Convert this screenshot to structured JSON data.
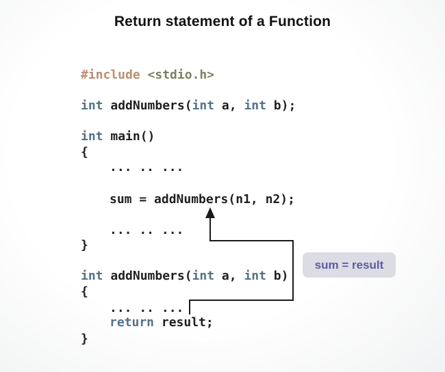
{
  "title": "Return statement of a Function",
  "colors": {
    "keyword": "#53728a",
    "preprocessor": "#bf8d6d",
    "string": "#7a815c",
    "code_text": "#1f1f1f",
    "arrow": "#1a1a1a",
    "label_bg": "#dcdce4",
    "label_text": "#5c5ca0",
    "background": "#f1f2f3"
  },
  "code": {
    "lines": [
      {
        "segments": [
          {
            "t": "#include "
          },
          {
            "t": "<stdio.h>"
          }
        ]
      },
      {
        "segments": [
          {
            "t": "int "
          },
          {
            "t": "addNumbers("
          },
          {
            "t": "int"
          },
          {
            "t": " a, "
          },
          {
            "t": "int"
          },
          {
            "t": " b);"
          }
        ]
      },
      {
        "segments": [
          {
            "t": "int "
          },
          {
            "t": "main()"
          }
        ]
      },
      {
        "segments": [
          {
            "t": "{"
          }
        ]
      },
      {
        "segments": [
          {
            "t": "... .. ..."
          }
        ]
      },
      {
        "segments": [
          {
            "t": "sum = addNumbers(n1, n2);"
          }
        ]
      },
      {
        "segments": [
          {
            "t": "... .. ..."
          }
        ]
      },
      {
        "segments": [
          {
            "t": "}"
          }
        ]
      },
      {
        "segments": [
          {
            "t": "int "
          },
          {
            "t": "addNumbers("
          },
          {
            "t": "int"
          },
          {
            "t": " a, "
          },
          {
            "t": "int"
          },
          {
            "t": " b)"
          }
        ]
      },
      {
        "segments": [
          {
            "t": "{"
          }
        ]
      },
      {
        "segments": [
          {
            "t": "... .. ..."
          }
        ]
      },
      {
        "segments": [
          {
            "t": "return "
          },
          {
            "t": "result;"
          }
        ]
      },
      {
        "segments": [
          {
            "t": "}"
          }
        ]
      }
    ]
  },
  "annotation": {
    "label": "sum = result"
  }
}
